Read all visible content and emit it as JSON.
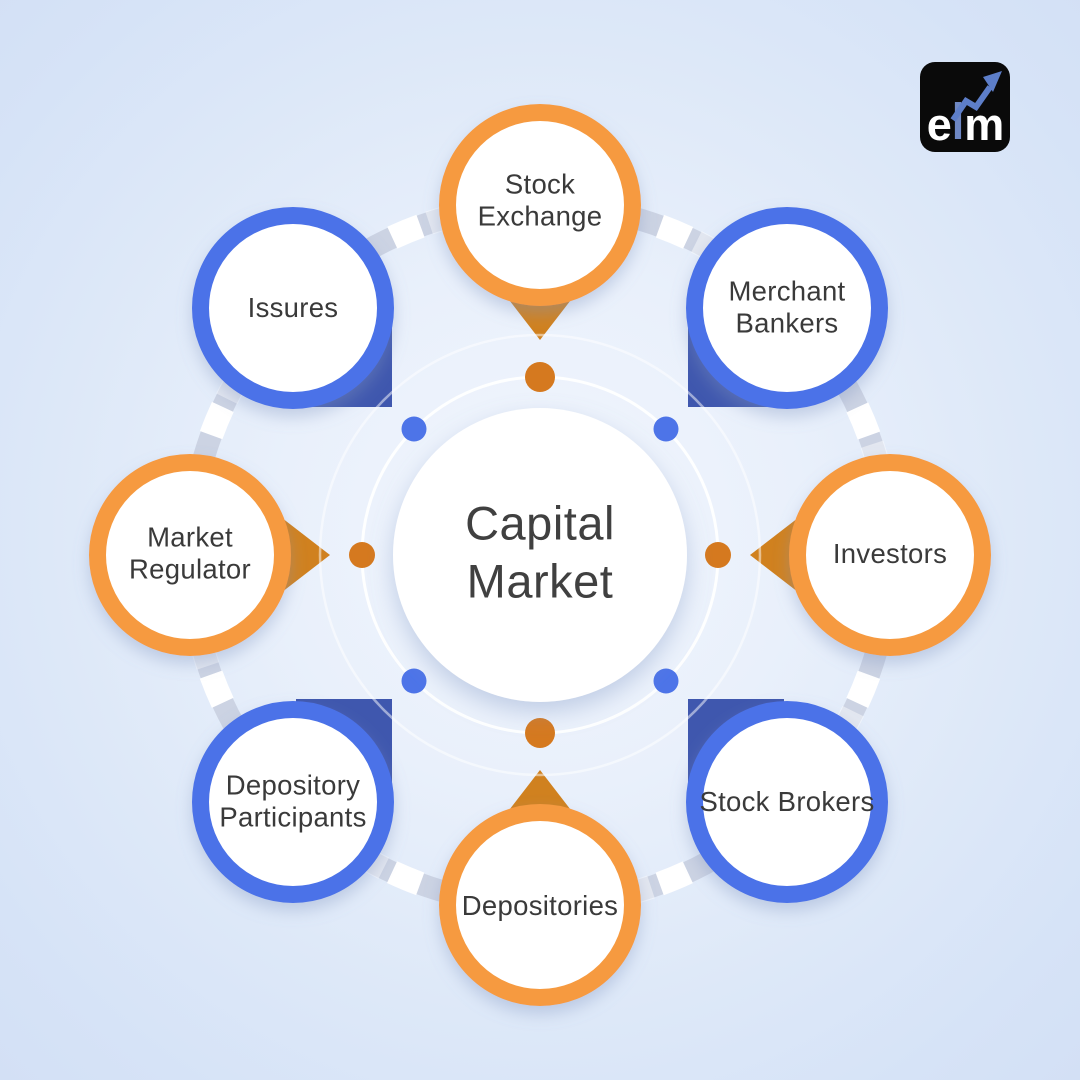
{
  "title": "Capital Market participants infographic",
  "center": {
    "label": "Capital Market"
  },
  "nodes": [
    {
      "id": "stock-exchange",
      "label": "Stock Exchange",
      "ring_color": "#f69a40",
      "pointer_color": "#d0811f",
      "position": "top"
    },
    {
      "id": "merchant-bankers",
      "label": "Merchant Bankers",
      "ring_color": "#4b72e8",
      "pointer_color": "#3f57ae",
      "position": "top-right"
    },
    {
      "id": "investors",
      "label": "Investors",
      "ring_color": "#f69a40",
      "pointer_color": "#d0811f",
      "position": "right"
    },
    {
      "id": "stock-brokers",
      "label": "Stock Brokers",
      "ring_color": "#4b72e8",
      "pointer_color": "#3f57ae",
      "position": "bottom-right"
    },
    {
      "id": "depositories",
      "label": "Depositories",
      "ring_color": "#f69a40",
      "pointer_color": "#d0811f",
      "position": "bottom"
    },
    {
      "id": "depository-participants",
      "label": "Depository Participants",
      "ring_color": "#4b72e8",
      "pointer_color": "#3f57ae",
      "position": "bottom-left"
    },
    {
      "id": "market-regulator",
      "label": "Market Regulator",
      "ring_color": "#f69a40",
      "pointer_color": "#d0811f",
      "position": "left"
    },
    {
      "id": "issures",
      "label": "Issures",
      "ring_color": "#4b72e8",
      "pointer_color": "#3f57ae",
      "position": "top-left"
    }
  ],
  "logo": {
    "letter_e": "e",
    "letter_l": "l",
    "letter_m": "m",
    "arrow_color": "#5d7ec9",
    "background": "#0a0a0a"
  },
  "colors": {
    "orange_ring": "#f69a40",
    "orange_dark": "#d0811f",
    "blue_ring": "#4b72e8",
    "blue_dark": "#3f57ae",
    "connector_ring": "#ccd3e3",
    "dot_orange": "#d5791f",
    "dot_blue": "#4d74e8",
    "node_fill": "#ffffff",
    "text": "#3a3a3a"
  }
}
